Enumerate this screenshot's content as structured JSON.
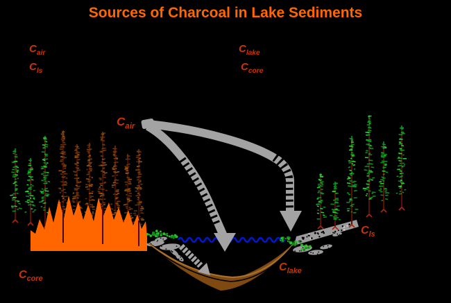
{
  "title": "Sources of Charcoal in Lake Sediments",
  "legend": {
    "left": [
      {
        "base": "C",
        "sub": "air"
      },
      {
        "base": "C",
        "sub": "ls"
      }
    ],
    "right": [
      {
        "base": "C",
        "sub": "lake"
      },
      {
        "base": "C",
        "sub": "core"
      }
    ]
  },
  "diagram_labels": {
    "air": {
      "base": "C",
      "sub": "air"
    },
    "core": {
      "base": "C",
      "sub": "core"
    },
    "lake": {
      "base": "C",
      "sub": "lake"
    },
    "ls": {
      "base": "C",
      "sub": "ls"
    }
  },
  "colors": {
    "background": "#000000",
    "title": "#FF6600",
    "label": "#CC3300",
    "flame": "#FF6600",
    "water": "#0018D4",
    "basin": "#7E4A12",
    "basin_highlight": "#A86F2E",
    "arrow": "#A3A3A3",
    "tree_green": "#0B9320",
    "tree_green_light": "#2FD13A",
    "tree_burnt": "#6E3406",
    "tree_burnt_light": "#9A5512",
    "trunk": "#5A1006",
    "trunk_burnt": "#400C02",
    "root_red": "#A82410",
    "rock": "#9C9C9C",
    "shrub": "#0E8F12",
    "shrub_light": "#2BBF2B"
  }
}
